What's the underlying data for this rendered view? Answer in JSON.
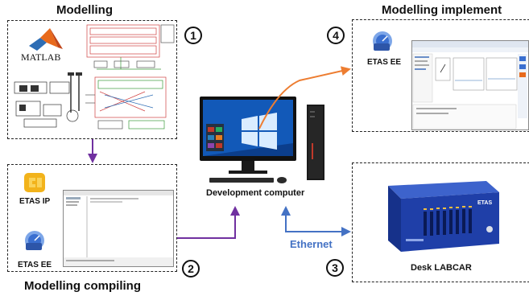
{
  "titles": {
    "modelling": "Modelling",
    "modelling_implement": "Modelling implement",
    "modelling_compiling": "Modelling compiling"
  },
  "steps": [
    "1",
    "2",
    "3",
    "4"
  ],
  "labels": {
    "matlab": "MATLAB",
    "etas_ip": "ETAS IP",
    "etas_ee_left": "ETAS EE",
    "etas_ee_right": "ETAS EE",
    "dev_computer": "Development computer",
    "ethernet": "Ethernet",
    "desk_labcar": "Desk LABCAR",
    "labcar_logo": "ETAS"
  },
  "colors": {
    "purple_arrow": "#7030A0",
    "orange_arrow": "#ED7D31",
    "blue_arrow": "#4472C4",
    "labcar_blue": "#1F3FA8"
  },
  "icons": [
    "matlab-logo-icon",
    "etas-ip-icon",
    "etas-ee-icon",
    "desktop-monitor-icon",
    "tower-pc-icon",
    "labcar-box-icon"
  ]
}
